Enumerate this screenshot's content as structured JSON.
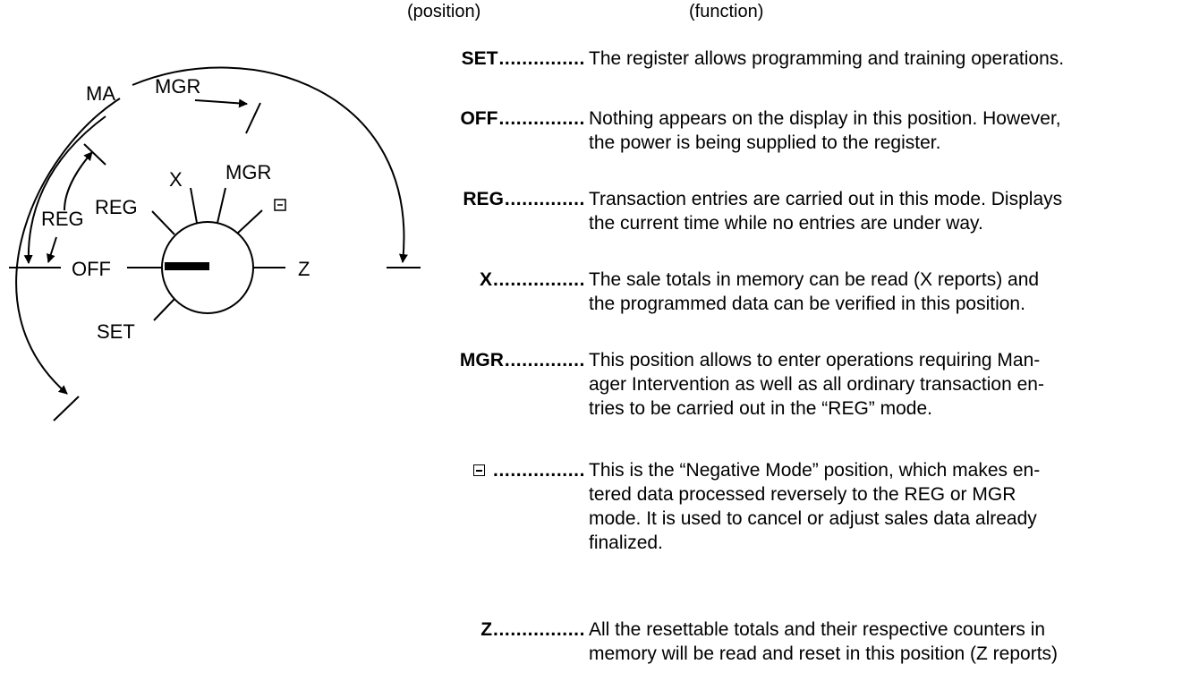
{
  "headers": {
    "position": "(position)",
    "function": "(function)"
  },
  "dial": {
    "labels": {
      "ma": "MA",
      "mgr_arc": "MGR",
      "reg_arc": "REG",
      "reg": "REG",
      "x": "X",
      "mgr": "MGR",
      "off": "OFF",
      "z": "Z",
      "set": "SET"
    }
  },
  "entries": [
    {
      "key": "SET",
      "dots": "...............",
      "lines": [
        "The register allows programming and training operations."
      ]
    },
    {
      "key": "OFF",
      "dots": "...............",
      "lines": [
        "Nothing appears on the display in this position. However,",
        "the power is being supplied to the register."
      ]
    },
    {
      "key": "REG",
      "dots": "..............",
      "lines": [
        "Transaction entries are carried out in this mode. Displays",
        "the current time while no entries are under way."
      ]
    },
    {
      "key": "X",
      "dots": "................",
      "lines": [
        "The sale totals in memory can be read (X reports) and",
        "the programmed data can be verified in this position."
      ]
    },
    {
      "key": "MGR",
      "dots": "..............",
      "lines": [
        "This position allows to enter operations requiring Man-",
        "ager Intervention as well as all ordinary transaction en-",
        "tries to be carried out in the “REG” mode."
      ]
    },
    {
      "key": "",
      "icon": "negative-mode-icon",
      "dots": "................",
      "lines": [
        "This is the “Negative Mode” position, which makes en-",
        "tered data processed reversely to the REG or MGR",
        "mode. It is used to cancel or adjust sales data already",
        "finalized."
      ]
    },
    {
      "key": "Z",
      "dots": "................",
      "lines": [
        "All the resettable totals and their respective counters in",
        "memory will be read and reset in this position (Z reports)"
      ]
    }
  ]
}
